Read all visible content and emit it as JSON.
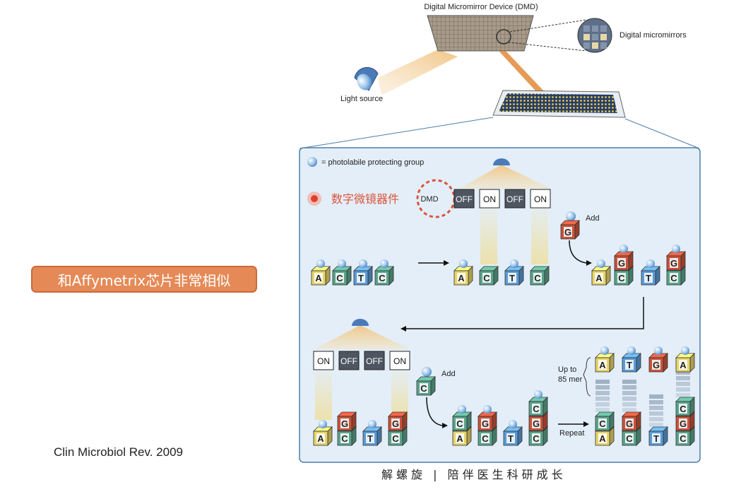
{
  "callout": {
    "text": "和Affymetrix芯片非常相似"
  },
  "citation": "Clin Microbiol Rev. 2009",
  "footer": "解螺旋 | 陪伴医生科研成长",
  "diagram": {
    "dmd_title": "Digital Micromirror Device (DMD)",
    "micromirrors_label": "Digital micromirrors",
    "light_source_label": "Light source",
    "legend_text": "= photolabile protecting group",
    "dmd_cn_label": "数字微镜器件",
    "dmd_box_label": "DMD",
    "step1_mirrors": [
      "OFF",
      "ON",
      "OFF",
      "ON"
    ],
    "step2_mirrors": [
      "ON",
      "OFF",
      "OFF",
      "ON"
    ],
    "add_label_1": "Add",
    "add_base_1": "G",
    "add_label_2": "Add",
    "add_base_2": "C",
    "bases_initial": [
      "A",
      "C",
      "T",
      "C"
    ],
    "repeat_label": "Repeat",
    "upto_label_1": "Up to",
    "upto_label_2": "85 mer",
    "final_tops": [
      "A",
      "T",
      "G",
      "A"
    ],
    "colors": {
      "A": "#e6d46a",
      "C": "#5aa38a",
      "T": "#5b9bd5",
      "G": "#c8523a"
    }
  }
}
